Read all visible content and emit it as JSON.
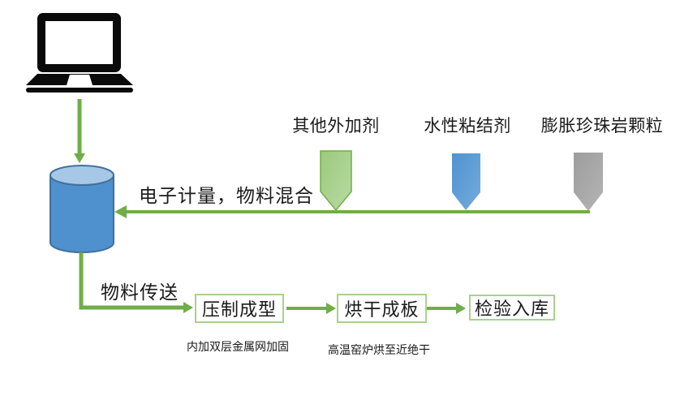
{
  "diagram": {
    "description": "Production process flowchart",
    "controller": {
      "icon": "laptop-icon"
    },
    "mixer": {
      "shape": "cylinder",
      "color": "#4f90ce",
      "top_color": "#a7c7e7",
      "border_color": "#41719c"
    },
    "inputs": [
      {
        "label": "其他外加剂",
        "color": "#a9d18e",
        "shape": "funnel"
      },
      {
        "label": "水性粘结剂",
        "color": "#5b9bd5",
        "shape": "funnel"
      },
      {
        "label": "膨胀珍珠岩颗粒",
        "color": "#a6a6a6",
        "shape": "funnel"
      }
    ],
    "flows": {
      "metering_label": "电子计量，物料混合",
      "transfer_label": "物料传送"
    },
    "steps": [
      {
        "label": "压制成型"
      },
      {
        "label": "烘干成板"
      },
      {
        "label": "检验入库"
      }
    ],
    "notes": [
      {
        "text": "内加双层金属网加固"
      },
      {
        "text": "高温窑炉烘至近绝干"
      }
    ],
    "colors": {
      "arrow_green": "#70ad47",
      "box_border_green": "#a9d18e",
      "laptop_black": "#0a0a0a"
    }
  }
}
